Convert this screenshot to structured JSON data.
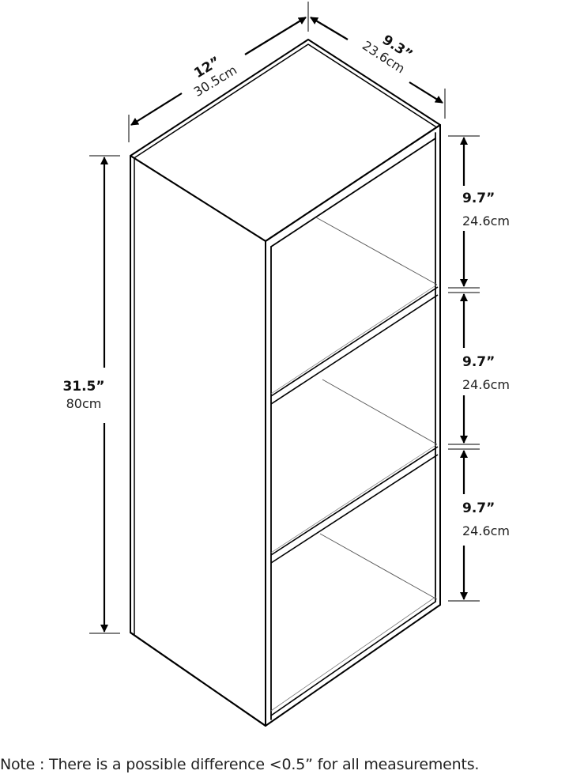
{
  "diagram": {
    "subject": "3-tier open cube bookshelf",
    "dimensions": {
      "width": {
        "inches": "12”",
        "cm": "30.5cm"
      },
      "depth": {
        "inches": "9.3”",
        "cm": "23.6cm"
      },
      "height": {
        "inches": "31.5”",
        "cm": "80cm"
      },
      "shelf_1": {
        "inches": "9.7”",
        "cm": "24.6cm"
      },
      "shelf_2": {
        "inches": "9.7”",
        "cm": "24.6cm"
      },
      "shelf_3": {
        "inches": "9.7”",
        "cm": "24.6cm"
      }
    },
    "note": "Note : There is a possible difference <0.5” for all measurements."
  },
  "colors": {
    "line": "#000000",
    "background": "#ffffff",
    "inner_line": "#555555"
  }
}
